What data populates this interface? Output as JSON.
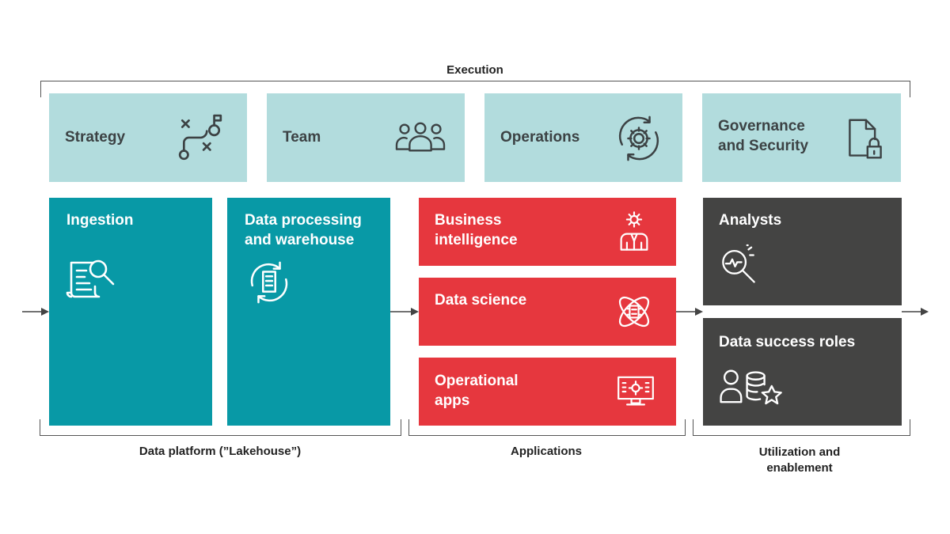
{
  "execution": {
    "label": "Execution",
    "boxes": [
      {
        "label": "Strategy",
        "icon": "strategy-path-icon"
      },
      {
        "label": "Team",
        "icon": "team-icon"
      },
      {
        "label": "Operations",
        "icon": "operations-gear-icon"
      },
      {
        "label": "Governance and Security",
        "icon": "document-lock-icon"
      }
    ]
  },
  "platform": {
    "label": "Data platform (”Lakehouse”)",
    "boxes": [
      {
        "label": "Ingestion",
        "icon": "document-search-icon"
      },
      {
        "label": "Data processing and warehouse",
        "icon": "document-refresh-icon"
      }
    ]
  },
  "applications": {
    "label": "Applications",
    "boxes": [
      {
        "label": "Business intelligence",
        "icon": "person-gear-icon"
      },
      {
        "label": "Data science",
        "icon": "atom-chip-icon"
      },
      {
        "label": "Operational apps",
        "icon": "monitor-gear-icon"
      }
    ]
  },
  "utilization": {
    "label": "Utilization and enablement",
    "boxes": [
      {
        "label": "Analysts",
        "icon": "magnifier-pulse-icon"
      },
      {
        "label": "Data success roles",
        "icon": "person-database-star-icon"
      }
    ]
  },
  "colors": {
    "execution": "#b2dcdd",
    "platform": "#0899a6",
    "applications": "#e6373e",
    "utilization": "#444443"
  }
}
